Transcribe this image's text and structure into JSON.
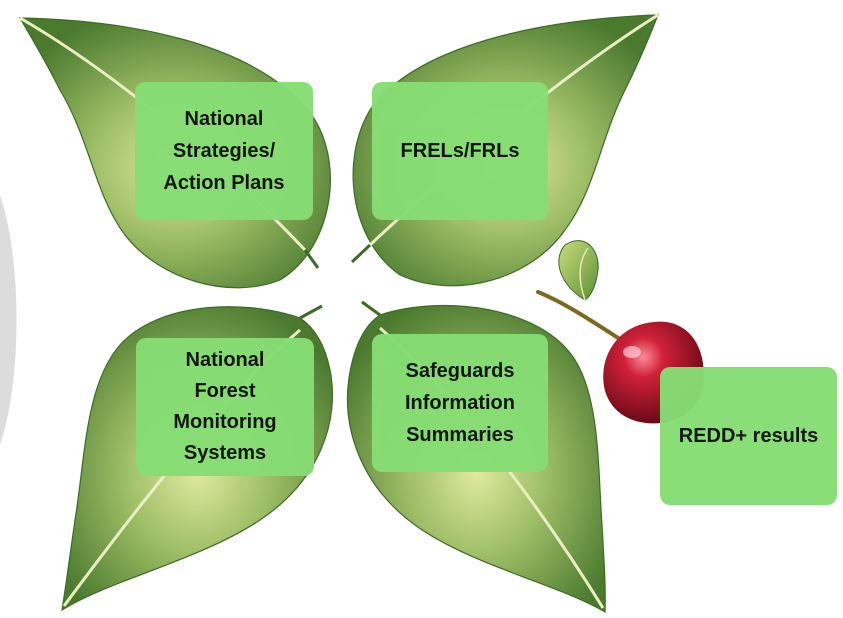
{
  "diagram": {
    "pillars": [
      {
        "label": "National\nStrategies/\nAction Plans"
      },
      {
        "label": "FRELs/FRLs"
      },
      {
        "label": "National\nForest\nMonitoring\nSystems"
      },
      {
        "label": "Safeguards\nInformation\nSummaries"
      }
    ],
    "result": {
      "label": "REDD+ results"
    }
  },
  "colors": {
    "box_fill": "#86dd74",
    "text": "#111111",
    "leaf_dark": "#4e7a2e",
    "leaf_mid": "#86ad57",
    "leaf_light": "#d9e79a",
    "cherry": "#b0102a",
    "side_arc": "#d9d9d9"
  },
  "icons": [
    "leaf-icon",
    "cherry-icon"
  ]
}
